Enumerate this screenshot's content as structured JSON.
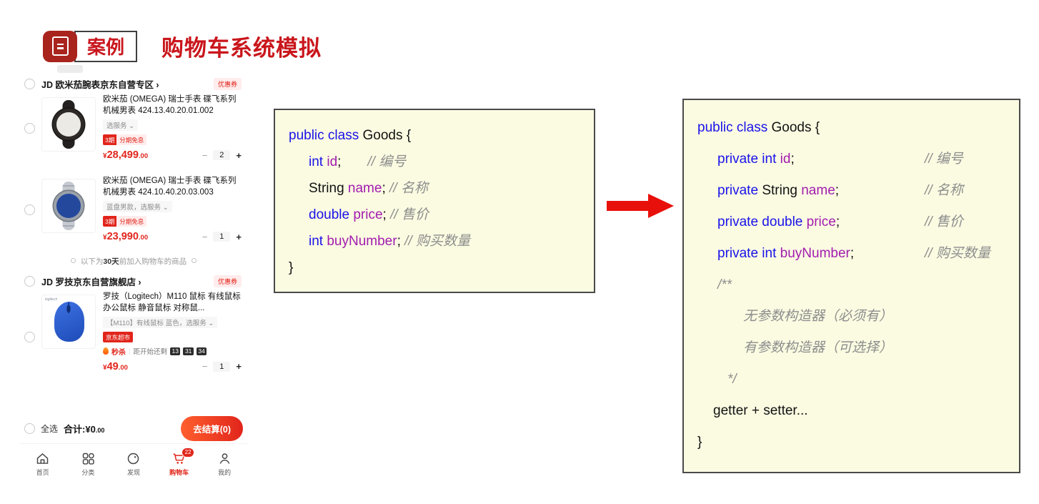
{
  "header": {
    "badge": "案例",
    "title": "购物车系统模拟"
  },
  "colors": {
    "slide_accent_red": "#c9161c",
    "jd_red": "#e1251b",
    "code_keyword_blue": "#1912e8",
    "code_variable_purple": "#a21caf",
    "code_comment_gray": "#8d8d8d",
    "code_background": "#fbfbe2",
    "arrow_red": "#e8100b"
  },
  "cart_app": {
    "stepper": {
      "minus": "−",
      "plus": "+"
    },
    "stores": [
      {
        "name": "JD 欧米茄腕表京东自营专区 ›",
        "coupon": "优惠券"
      },
      {
        "name": "JD 罗技京东自营旗舰店 ›",
        "coupon": "优惠券"
      }
    ],
    "divider": {
      "prefix": "以下为",
      "highlight": "30天",
      "suffix": "前加入购物车的商品"
    },
    "products": [
      {
        "title": "欧米茄 (OMEGA) 瑞士手表 碟飞系列机械男表 424.13.40.20.01.002",
        "option": "选服务 ⌄",
        "tag_left": "3期",
        "tag_right": "分期免息",
        "currency": "¥",
        "price_int": "28,499",
        "price_dec": ".00",
        "qty": "2"
      },
      {
        "title": "欧米茄 (OMEGA) 瑞士手表 碟飞系列机械男表 424.10.40.20.03.003",
        "option": "蓝盘男款，选服务 ⌄",
        "tag_left": "3期",
        "tag_right": "分期免息",
        "currency": "¥",
        "price_int": "23,990",
        "price_dec": ".00",
        "qty": "1"
      },
      {
        "title": "罗技（Logitech）M110 鼠标 有线鼠标 办公鼠标 静音鼠标 对称鼠...",
        "option": "【M110】有线鼠标 蓝色，选服务 ⌄",
        "market_tag": "京东超市",
        "brand_watermark": "logitech",
        "flash_label": "秒杀",
        "flash_sep": "|",
        "flash_text": "距开始还剩",
        "flash_h": "13",
        "flash_m": "31",
        "flash_s": "34",
        "currency": "¥",
        "price_int": "49",
        "price_dec": ".00",
        "qty": "1"
      }
    ],
    "summary": {
      "select_all": "全选",
      "total_label": "合计:",
      "total_main": "¥0",
      "total_dec": ".00",
      "checkout": "去结算(0)"
    },
    "tabbar": [
      {
        "label": "首页",
        "icon": "home-icon"
      },
      {
        "label": "分类",
        "icon": "category-icon"
      },
      {
        "label": "发现",
        "icon": "discover-icon"
      },
      {
        "label": "购物车",
        "icon": "cart-icon",
        "badge": "22",
        "active": true
      },
      {
        "label": "我的",
        "icon": "profile-icon"
      }
    ]
  },
  "code_before": {
    "l1a": "public class",
    "l1b": " Goods {",
    "l2a": "int ",
    "l2b": "id",
    "l2c": ";       ",
    "l2d": "// 编号",
    "l3a": "String ",
    "l3b": "name",
    "l3c": "; ",
    "l3d": "// 名称",
    "l4a": "double ",
    "l4b": "price",
    "l4c": "; ",
    "l4d": "// 售价",
    "l5a": "int ",
    "l5b": "buyNumber",
    "l5c": "; ",
    "l5d": "// 购买数量",
    "l6": "}"
  },
  "code_after": {
    "l1a": "public class",
    "l1b": " Goods {",
    "l2a": "private int ",
    "l2b": "id",
    "l2c": ";",
    "l2d": "// 编号",
    "l3a": "private ",
    "l3b": "String ",
    "l3c": "name",
    "l3d": ";",
    "l3e": "// 名称",
    "l4a": "private double ",
    "l4b": "price",
    "l4c": ";",
    "l4d": "// 售价",
    "l5a": "private int ",
    "l5b": "buyNumber",
    "l5c": ";",
    "l5d": "// 购买数量",
    "l6": "/**",
    "l7": "无参数构造器（必须有）",
    "l8": "有参数构造器（可选择）",
    "l9": "*/",
    "l10": "getter + setter...",
    "l11": "}"
  }
}
